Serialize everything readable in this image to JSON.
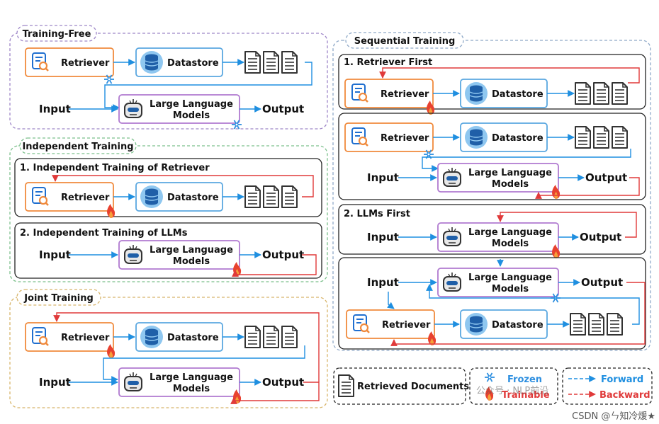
{
  "labels": {
    "retriever": "Retriever",
    "datastore": "Datastore",
    "llm_line1": "Large Language",
    "llm_line2": "Models",
    "input": "Input",
    "output": "Output"
  },
  "sections": {
    "training_free": {
      "title": "Training-Free"
    },
    "independent": {
      "title": "Independent Training",
      "sub1": "1. Independent Training of Retriever",
      "sub2": "2. Independent Training of LLMs"
    },
    "joint": {
      "title": "Joint Training"
    },
    "sequential": {
      "title": "Sequential Training",
      "sub1": "1. Retriever First",
      "sub2": "2. LLMs First"
    }
  },
  "legend": {
    "retrieved_documents": "Retrieved Documents",
    "frozen": "Frozen",
    "trainable": "Trainable",
    "forward": "Forward",
    "backward": "Backward"
  },
  "watermarks": {
    "wechat": "公众号 · NLP前沿",
    "csdn": "CSDN @ㄣ知冷煖★"
  },
  "colors": {
    "retriever_border": "#f08a3c",
    "datastore_border": "#5aa7e0",
    "llm_border": "#b07ad0",
    "forward_arrow": "#1f8fe0",
    "backward_arrow": "#e03a3a",
    "frozen": "#2e8fe0",
    "trainable": "#e03a3a"
  }
}
